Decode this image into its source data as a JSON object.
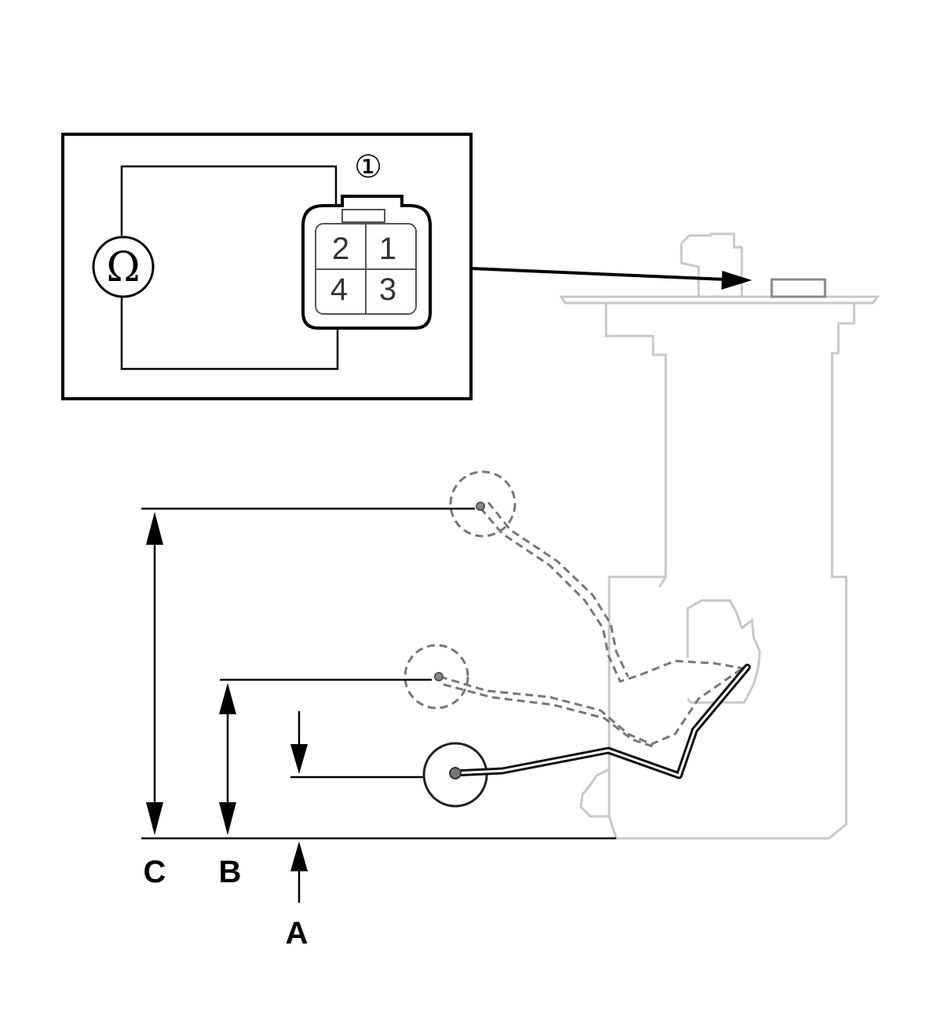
{
  "callout": {
    "number": "①"
  },
  "ohmmeter": {
    "symbol": "Ω",
    "icon": "ohmmeter-icon"
  },
  "connector": {
    "pins": [
      {
        "label": "2"
      },
      {
        "label": "1"
      },
      {
        "label": "4"
      },
      {
        "label": "3"
      }
    ],
    "measured_between": [
      "2",
      "4"
    ]
  },
  "float_positions": [
    {
      "label": "A"
    },
    {
      "label": "B"
    },
    {
      "label": "C"
    }
  ],
  "colors": {
    "line": "#000000",
    "outline": "#c8c8c8",
    "dashed": "#777777"
  }
}
